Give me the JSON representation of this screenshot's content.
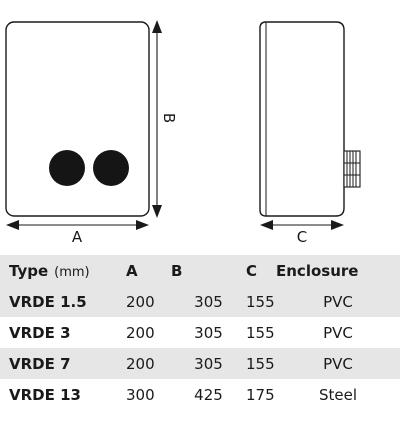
{
  "drawing": {
    "dim_a": "A",
    "dim_b": "B",
    "dim_c": "C"
  },
  "table": {
    "headers": {
      "type": "Type",
      "unit": "(mm)",
      "a": "A",
      "b": "B",
      "c": "C",
      "enclosure": "Enclosure"
    },
    "rows": [
      {
        "type": "VRDE 1.5",
        "a": "200",
        "b": "305",
        "c": "155",
        "enclosure": "PVC"
      },
      {
        "type": "VRDE 3",
        "a": "200",
        "b": "305",
        "c": "155",
        "enclosure": "PVC"
      },
      {
        "type": "VRDE 7",
        "a": "200",
        "b": "305",
        "c": "155",
        "enclosure": "PVC"
      },
      {
        "type": "VRDE 13",
        "a": "300",
        "b": "425",
        "c": "175",
        "enclosure": "Steel"
      }
    ]
  },
  "colors": {
    "row_shade": "#e6e6e6",
    "line": "#1a1a1a"
  }
}
